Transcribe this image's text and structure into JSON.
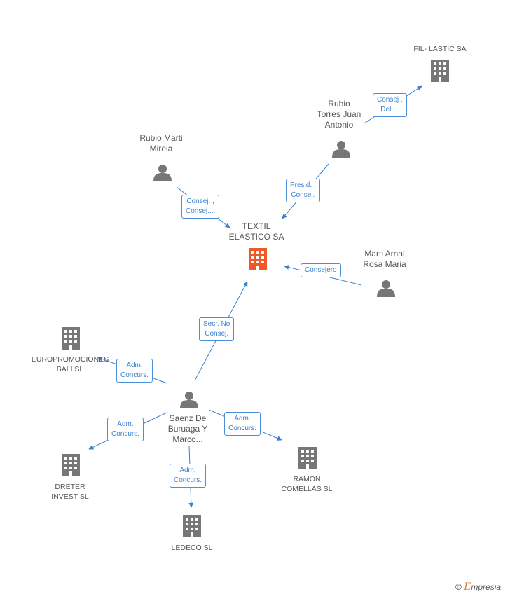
{
  "nodes": {
    "fil_lastic": {
      "label": "FIL- LASTIC SA"
    },
    "rubio_torres": {
      "label_lines": [
        "Rubio",
        "Torres Juan",
        "Antonio"
      ]
    },
    "rubio_marti": {
      "label_lines": [
        "Rubio Marti",
        "Mireia"
      ]
    },
    "textil": {
      "label_lines": [
        "TEXTIL",
        "ELASTICO SA"
      ]
    },
    "marti_arnal": {
      "label_lines": [
        "Marti Arnal",
        "Rosa Maria"
      ]
    },
    "europromociones": {
      "label_lines": [
        "EUROPROMOCIONES",
        "BALI SL"
      ]
    },
    "saenz": {
      "label_lines": [
        "Saenz De",
        "Buruaga Y",
        "Marco..."
      ]
    },
    "dreter": {
      "label_lines": [
        "DRETER",
        "INVEST SL"
      ]
    },
    "ramon": {
      "label_lines": [
        "RAMON",
        "COMELLAS SL"
      ]
    },
    "ledeco": {
      "label": "LEDECO SL"
    }
  },
  "edges": {
    "rubio_torres_fil": {
      "lines": [
        "Consej .",
        "Del...."
      ]
    },
    "rubio_torres_textil": {
      "lines": [
        "Presid. ,",
        "Consej."
      ]
    },
    "rubio_marti_textil": {
      "lines": [
        "Consej. ,",
        "Consej...."
      ]
    },
    "marti_arnal_textil": {
      "lines": [
        "Consejero"
      ]
    },
    "saenz_textil": {
      "lines": [
        "Secr.  No",
        "Consej."
      ]
    },
    "saenz_europromociones": {
      "lines": [
        "Adm.",
        "Concurs."
      ]
    },
    "saenz_dreter": {
      "lines": [
        "Adm.",
        "Concurs."
      ]
    },
    "saenz_ramon": {
      "lines": [
        "Adm.",
        "Concurs."
      ]
    },
    "saenz_ledeco": {
      "lines": [
        "Adm.",
        "Concurs."
      ]
    }
  },
  "colors": {
    "edge": "#3a7fd0",
    "person": "#777777",
    "company": "#777777",
    "focus": "#f0582a"
  },
  "brand": {
    "symbol": "©",
    "initial": "E",
    "rest": "mpresia"
  }
}
